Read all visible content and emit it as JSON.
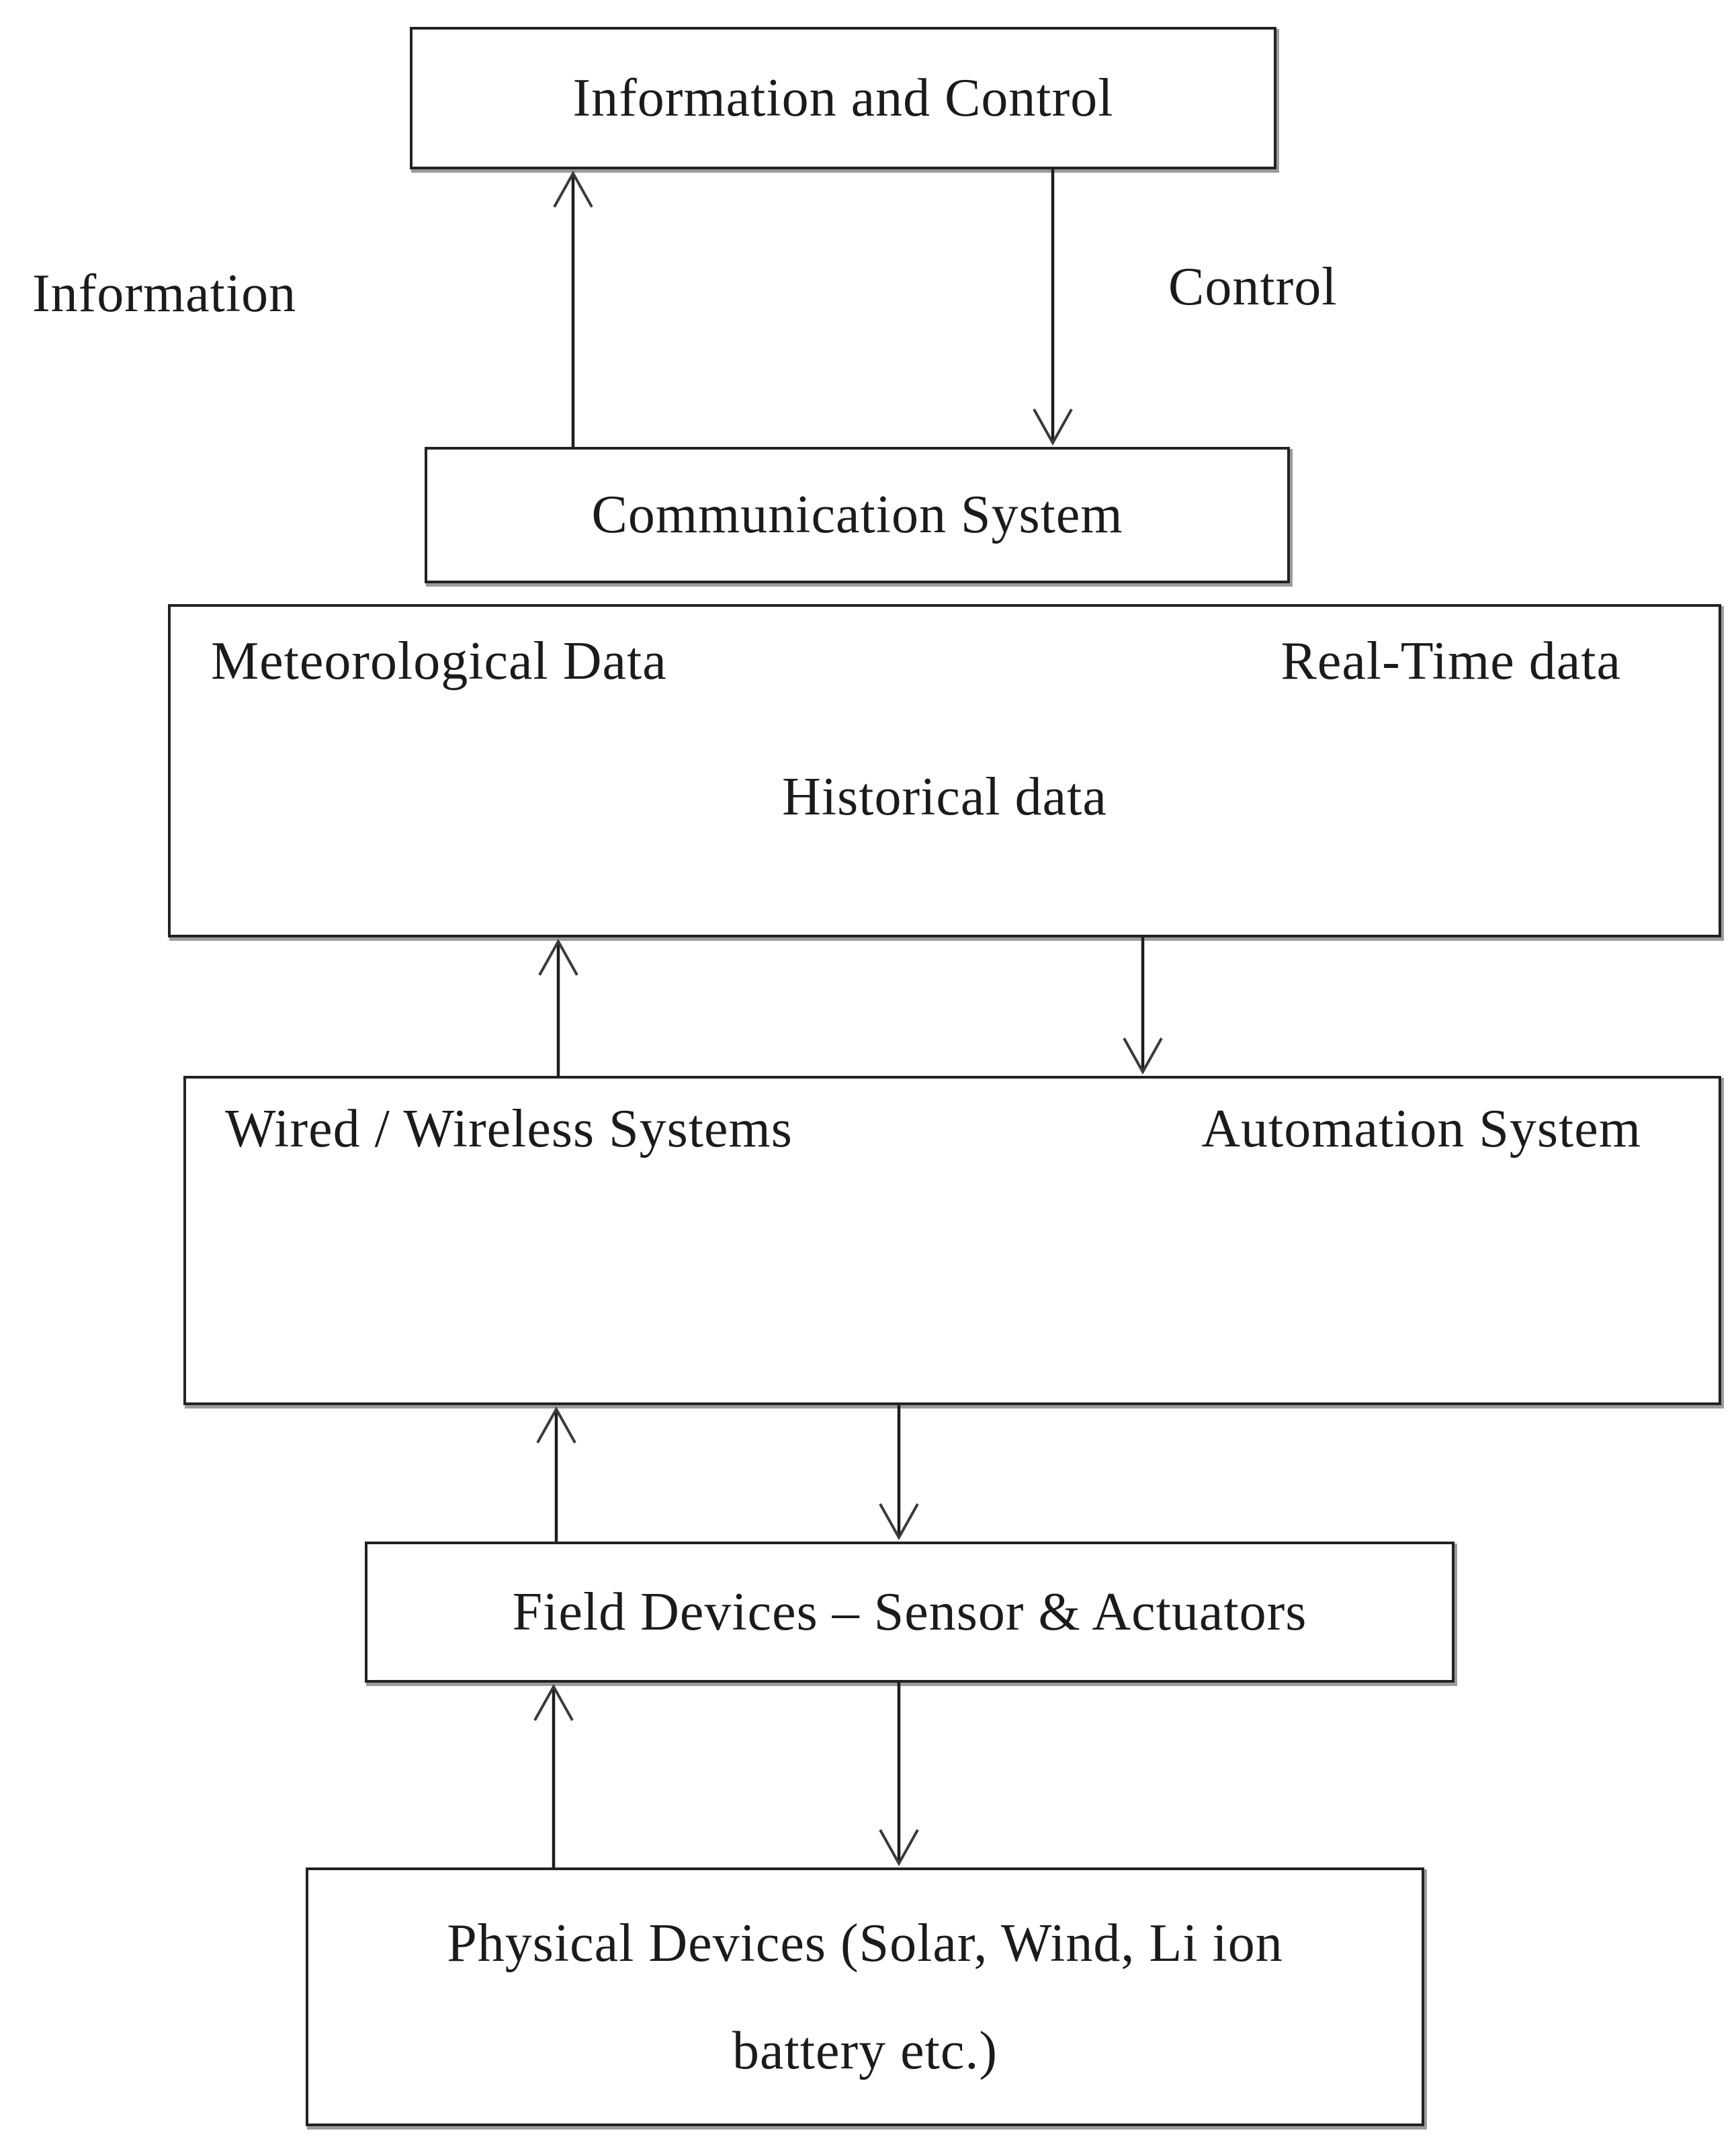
{
  "figure": {
    "background": "#ffffff",
    "line_color": "#1c1c1c",
    "text_color": "#1b1b1b"
  },
  "boxes": {
    "information_and_control": "Information and Control",
    "communication_system": "Communication System",
    "meteorological_data": "Meteorological Data",
    "real_time_data": "Real-Time data",
    "historical_data": "Historical data",
    "wired_wireless_systems": "Wired / Wireless Systems",
    "automation_system": "Automation System",
    "field_devices": "Field Devices – Sensor & Actuators",
    "physical_devices_line1": "Physical Devices (Solar, Wind, Li ion",
    "physical_devices_line2": "battery etc.)"
  },
  "arrow_labels": {
    "information": "Information",
    "control": "Control"
  }
}
